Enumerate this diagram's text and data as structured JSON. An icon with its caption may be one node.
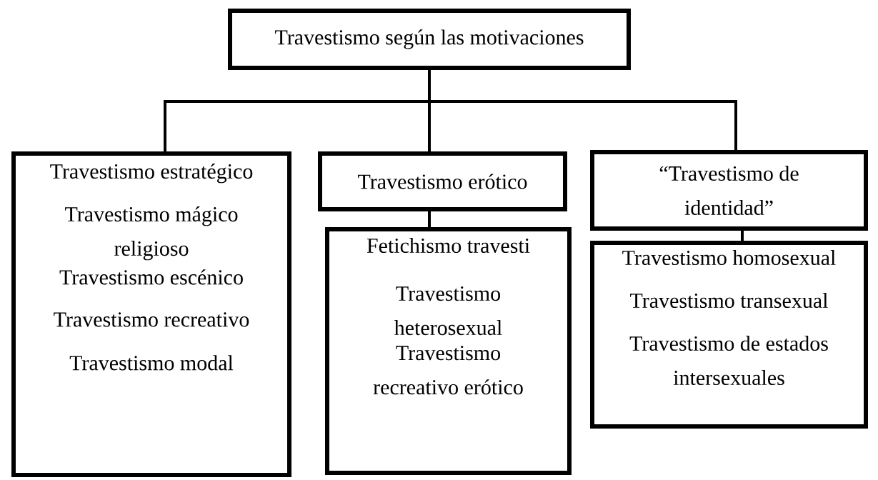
{
  "diagram": {
    "nodes": [
      {
        "text": [
          "Travestismo según las motivaciones"
        ]
      },
      {
        "text": [
          "Travestismo estratégico",
          "Travestismo mágico religioso",
          "Travestismo escénico",
          "Travestismo recreativo",
          "Travestismo modal"
        ]
      },
      {
        "text": [
          "Travestismo erótico"
        ]
      },
      {
        "text": [
          "Fetichismo travesti",
          "Travestismo heterosexual",
          "Travestismo recreativo erótico"
        ]
      },
      {
        "text": [
          "“Travestismo de identidad”"
        ]
      },
      {
        "text": [
          "Travestismo homosexual",
          "Travestismo transexual",
          "Travestismo de estados intersexuales"
        ]
      }
    ],
    "edges": [
      {
        "from": 0,
        "to": 1,
        "arrow": "none"
      },
      {
        "from": 0,
        "to": 2,
        "arrow": "none"
      },
      {
        "from": 0,
        "to": 4,
        "arrow": "none"
      },
      {
        "from": 2,
        "to": 3,
        "arrow": "none"
      },
      {
        "from": 4,
        "to": 5,
        "arrow": "none"
      }
    ]
  }
}
